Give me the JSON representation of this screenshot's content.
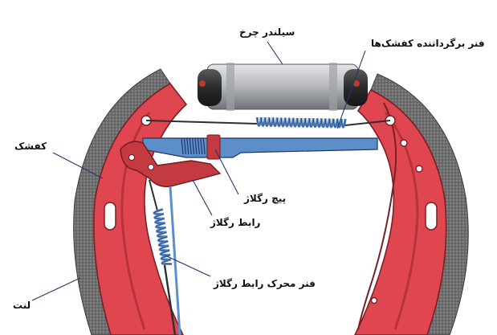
{
  "labels": {
    "wheel_cylinder": "سیلندر چرخ",
    "return_spring": "فنر برگرداننده کفشک‌ها",
    "shoe": "کفشک",
    "adjuster_screw": "پیچ رگلاژ",
    "adjuster_link": "رابط رگلاژ",
    "adjuster_link_spring": "فنر محرک رابط رگلاژ",
    "lining": "لنت"
  },
  "colors": {
    "shoe_red": "#e0464f",
    "shoe_dark": "#7a1f25",
    "lining_gray": "#7f7f7f",
    "spring_blue": "#5c8fc9",
    "cylinder_gray": "#b9bcc0",
    "cylinder_dark": "#3a3a3a",
    "leader_line": "#22356b"
  }
}
